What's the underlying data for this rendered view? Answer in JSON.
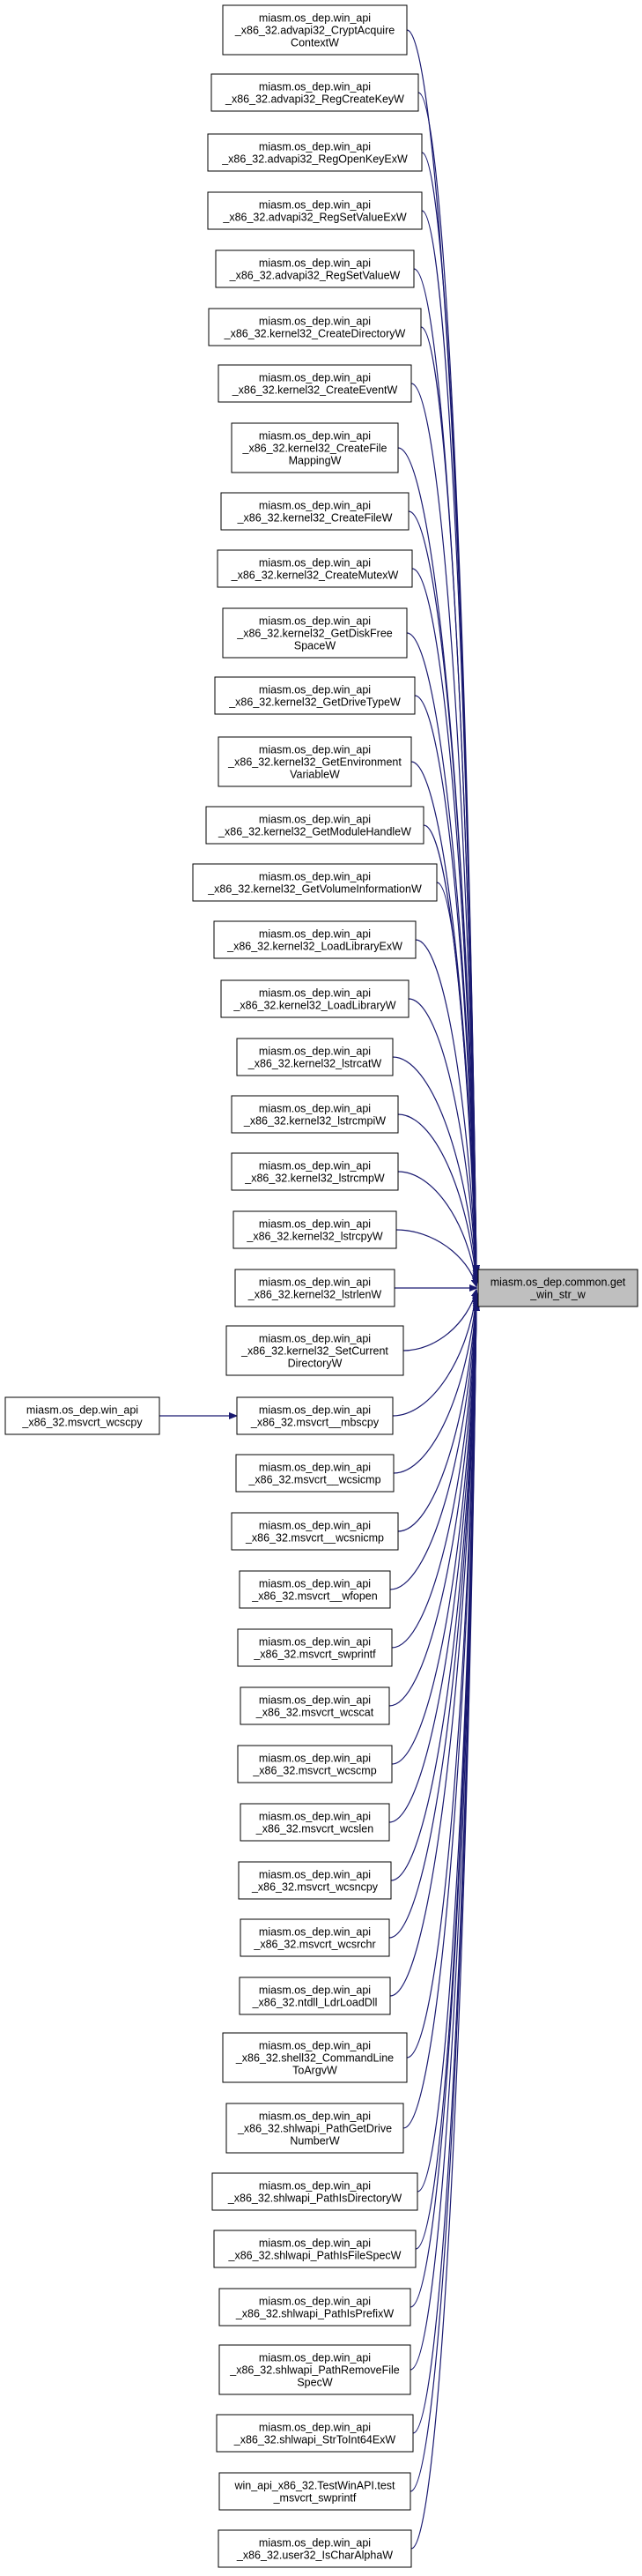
{
  "target": {
    "id": "get_win_str_w",
    "lines": [
      "miasm.os_dep.common.get",
      "_win_str_w"
    ]
  },
  "nodes": [
    {
      "id": "CryptAcquireContextW",
      "lines": [
        "miasm.os_dep.win_api",
        "_x86_32.advapi32_CryptAcquire",
        "ContextW"
      ]
    },
    {
      "id": "RegCreateKeyW",
      "lines": [
        "miasm.os_dep.win_api",
        "_x86_32.advapi32_RegCreateKeyW"
      ]
    },
    {
      "id": "RegOpenKeyExW",
      "lines": [
        "miasm.os_dep.win_api",
        "_x86_32.advapi32_RegOpenKeyExW"
      ]
    },
    {
      "id": "RegSetValueExW",
      "lines": [
        "miasm.os_dep.win_api",
        "_x86_32.advapi32_RegSetValueExW"
      ]
    },
    {
      "id": "RegSetValueW",
      "lines": [
        "miasm.os_dep.win_api",
        "_x86_32.advapi32_RegSetValueW"
      ]
    },
    {
      "id": "CreateDirectoryW",
      "lines": [
        "miasm.os_dep.win_api",
        "_x86_32.kernel32_CreateDirectoryW"
      ]
    },
    {
      "id": "CreateEventW",
      "lines": [
        "miasm.os_dep.win_api",
        "_x86_32.kernel32_CreateEventW"
      ]
    },
    {
      "id": "CreateFileMappingW",
      "lines": [
        "miasm.os_dep.win_api",
        "_x86_32.kernel32_CreateFile",
        "MappingW"
      ]
    },
    {
      "id": "CreateFileW",
      "lines": [
        "miasm.os_dep.win_api",
        "_x86_32.kernel32_CreateFileW"
      ]
    },
    {
      "id": "CreateMutexW",
      "lines": [
        "miasm.os_dep.win_api",
        "_x86_32.kernel32_CreateMutexW"
      ]
    },
    {
      "id": "GetDiskFreeSpaceW",
      "lines": [
        "miasm.os_dep.win_api",
        "_x86_32.kernel32_GetDiskFree",
        "SpaceW"
      ]
    },
    {
      "id": "GetDriveTypeW",
      "lines": [
        "miasm.os_dep.win_api",
        "_x86_32.kernel32_GetDriveTypeW"
      ]
    },
    {
      "id": "GetEnvironmentVariableW",
      "lines": [
        "miasm.os_dep.win_api",
        "_x86_32.kernel32_GetEnvironment",
        "VariableW"
      ]
    },
    {
      "id": "GetModuleHandleW",
      "lines": [
        "miasm.os_dep.win_api",
        "_x86_32.kernel32_GetModuleHandleW"
      ]
    },
    {
      "id": "GetVolumeInformationW",
      "lines": [
        "miasm.os_dep.win_api",
        "_x86_32.kernel32_GetVolumeInformationW"
      ]
    },
    {
      "id": "LoadLibraryExW",
      "lines": [
        "miasm.os_dep.win_api",
        "_x86_32.kernel32_LoadLibraryExW"
      ]
    },
    {
      "id": "LoadLibraryW",
      "lines": [
        "miasm.os_dep.win_api",
        "_x86_32.kernel32_LoadLibraryW"
      ]
    },
    {
      "id": "lstrcatW",
      "lines": [
        "miasm.os_dep.win_api",
        "_x86_32.kernel32_lstrcatW"
      ]
    },
    {
      "id": "lstrcmpiW",
      "lines": [
        "miasm.os_dep.win_api",
        "_x86_32.kernel32_lstrcmpiW"
      ]
    },
    {
      "id": "lstrcmpW",
      "lines": [
        "miasm.os_dep.win_api",
        "_x86_32.kernel32_lstrcmpW"
      ]
    },
    {
      "id": "lstrcpyW",
      "lines": [
        "miasm.os_dep.win_api",
        "_x86_32.kernel32_lstrcpyW"
      ]
    },
    {
      "id": "lstrlenW",
      "lines": [
        "miasm.os_dep.win_api",
        "_x86_32.kernel32_lstrlenW"
      ]
    },
    {
      "id": "SetCurrentDirectoryW",
      "lines": [
        "miasm.os_dep.win_api",
        "_x86_32.kernel32_SetCurrent",
        "DirectoryW"
      ]
    },
    {
      "id": "mbscpy",
      "lines": [
        "miasm.os_dep.win_api",
        "_x86_32.msvcrt__mbscpy"
      ]
    },
    {
      "id": "wcsicmp",
      "lines": [
        "miasm.os_dep.win_api",
        "_x86_32.msvcrt__wcsicmp"
      ]
    },
    {
      "id": "wcsnicmp",
      "lines": [
        "miasm.os_dep.win_api",
        "_x86_32.msvcrt__wcsnicmp"
      ]
    },
    {
      "id": "wfopen",
      "lines": [
        "miasm.os_dep.win_api",
        "_x86_32.msvcrt__wfopen"
      ]
    },
    {
      "id": "swprintf",
      "lines": [
        "miasm.os_dep.win_api",
        "_x86_32.msvcrt_swprintf"
      ]
    },
    {
      "id": "wcscat",
      "lines": [
        "miasm.os_dep.win_api",
        "_x86_32.msvcrt_wcscat"
      ]
    },
    {
      "id": "wcscmp",
      "lines": [
        "miasm.os_dep.win_api",
        "_x86_32.msvcrt_wcscmp"
      ]
    },
    {
      "id": "wcslen",
      "lines": [
        "miasm.os_dep.win_api",
        "_x86_32.msvcrt_wcslen"
      ]
    },
    {
      "id": "wcsncpy",
      "lines": [
        "miasm.os_dep.win_api",
        "_x86_32.msvcrt_wcsncpy"
      ]
    },
    {
      "id": "wcsrchr",
      "lines": [
        "miasm.os_dep.win_api",
        "_x86_32.msvcrt_wcsrchr"
      ]
    },
    {
      "id": "LdrLoadDll",
      "lines": [
        "miasm.os_dep.win_api",
        "_x86_32.ntdll_LdrLoadDll"
      ]
    },
    {
      "id": "CommandLineToArgvW",
      "lines": [
        "miasm.os_dep.win_api",
        "_x86_32.shell32_CommandLine",
        "ToArgvW"
      ]
    },
    {
      "id": "PathGetDriveNumberW",
      "lines": [
        "miasm.os_dep.win_api",
        "_x86_32.shlwapi_PathGetDrive",
        "NumberW"
      ]
    },
    {
      "id": "PathIsDirectoryW",
      "lines": [
        "miasm.os_dep.win_api",
        "_x86_32.shlwapi_PathIsDirectoryW"
      ]
    },
    {
      "id": "PathIsFileSpecW",
      "lines": [
        "miasm.os_dep.win_api",
        "_x86_32.shlwapi_PathIsFileSpecW"
      ]
    },
    {
      "id": "PathIsPrefixW",
      "lines": [
        "miasm.os_dep.win_api",
        "_x86_32.shlwapi_PathIsPrefixW"
      ]
    },
    {
      "id": "PathRemoveFileSpecW",
      "lines": [
        "miasm.os_dep.win_api",
        "_x86_32.shlwapi_PathRemoveFile",
        "SpecW"
      ]
    },
    {
      "id": "StrToInt64ExW",
      "lines": [
        "miasm.os_dep.win_api",
        "_x86_32.shlwapi_StrToInt64ExW"
      ]
    },
    {
      "id": "test_msvcrt_swprintf",
      "lines": [
        "win_api_x86_32.TestWinAPI.test",
        "_msvcrt_swprintf"
      ]
    },
    {
      "id": "IsCharAlphaW",
      "lines": [
        "miasm.os_dep.win_api",
        "_x86_32.user32_IsCharAlphaW"
      ]
    },
    {
      "id": "msvcrt_wcscpy",
      "lines": [
        "miasm.os_dep.win_api",
        "_x86_32.msvcrt_wcscpy"
      ]
    }
  ],
  "edges": [
    {
      "from": "CryptAcquireContextW",
      "to": "get_win_str_w"
    },
    {
      "from": "RegCreateKeyW",
      "to": "get_win_str_w"
    },
    {
      "from": "RegOpenKeyExW",
      "to": "get_win_str_w"
    },
    {
      "from": "RegSetValueExW",
      "to": "get_win_str_w"
    },
    {
      "from": "RegSetValueW",
      "to": "get_win_str_w"
    },
    {
      "from": "CreateDirectoryW",
      "to": "get_win_str_w"
    },
    {
      "from": "CreateEventW",
      "to": "get_win_str_w"
    },
    {
      "from": "CreateFileMappingW",
      "to": "get_win_str_w"
    },
    {
      "from": "CreateFileW",
      "to": "get_win_str_w"
    },
    {
      "from": "CreateMutexW",
      "to": "get_win_str_w"
    },
    {
      "from": "GetDiskFreeSpaceW",
      "to": "get_win_str_w"
    },
    {
      "from": "GetDriveTypeW",
      "to": "get_win_str_w"
    },
    {
      "from": "GetEnvironmentVariableW",
      "to": "get_win_str_w"
    },
    {
      "from": "GetModuleHandleW",
      "to": "get_win_str_w"
    },
    {
      "from": "GetVolumeInformationW",
      "to": "get_win_str_w"
    },
    {
      "from": "LoadLibraryExW",
      "to": "get_win_str_w"
    },
    {
      "from": "LoadLibraryW",
      "to": "get_win_str_w"
    },
    {
      "from": "lstrcatW",
      "to": "get_win_str_w"
    },
    {
      "from": "lstrcmpiW",
      "to": "get_win_str_w"
    },
    {
      "from": "lstrcmpW",
      "to": "get_win_str_w"
    },
    {
      "from": "lstrcpyW",
      "to": "get_win_str_w"
    },
    {
      "from": "lstrlenW",
      "to": "get_win_str_w"
    },
    {
      "from": "SetCurrentDirectoryW",
      "to": "get_win_str_w"
    },
    {
      "from": "mbscpy",
      "to": "get_win_str_w"
    },
    {
      "from": "wcsicmp",
      "to": "get_win_str_w"
    },
    {
      "from": "wcsnicmp",
      "to": "get_win_str_w"
    },
    {
      "from": "wfopen",
      "to": "get_win_str_w"
    },
    {
      "from": "swprintf",
      "to": "get_win_str_w"
    },
    {
      "from": "wcscat",
      "to": "get_win_str_w"
    },
    {
      "from": "wcscmp",
      "to": "get_win_str_w"
    },
    {
      "from": "wcslen",
      "to": "get_win_str_w"
    },
    {
      "from": "wcsncpy",
      "to": "get_win_str_w"
    },
    {
      "from": "wcsrchr",
      "to": "get_win_str_w"
    },
    {
      "from": "LdrLoadDll",
      "to": "get_win_str_w"
    },
    {
      "from": "CommandLineToArgvW",
      "to": "get_win_str_w"
    },
    {
      "from": "PathGetDriveNumberW",
      "to": "get_win_str_w"
    },
    {
      "from": "PathIsDirectoryW",
      "to": "get_win_str_w"
    },
    {
      "from": "PathIsFileSpecW",
      "to": "get_win_str_w"
    },
    {
      "from": "PathIsPrefixW",
      "to": "get_win_str_w"
    },
    {
      "from": "PathRemoveFileSpecW",
      "to": "get_win_str_w"
    },
    {
      "from": "StrToInt64ExW",
      "to": "get_win_str_w"
    },
    {
      "from": "test_msvcrt_swprintf",
      "to": "get_win_str_w"
    },
    {
      "from": "IsCharAlphaW",
      "to": "get_win_str_w"
    },
    {
      "from": "msvcrt_wcscpy",
      "to": "mbscpy"
    }
  ],
  "colors": {
    "edge": "#191970",
    "target_fill": "#bfbfbf",
    "node_fill": "#ffffff",
    "node_border": "#000000"
  }
}
